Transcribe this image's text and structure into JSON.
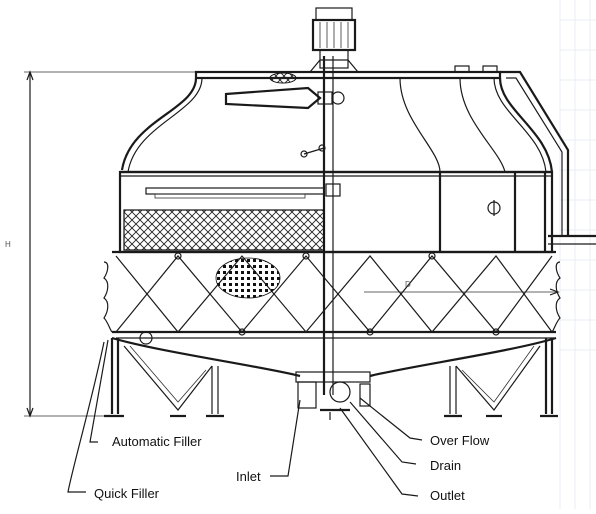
{
  "diagram": {
    "dimensions": {
      "height": "H",
      "diameter": "D"
    },
    "labels": {
      "automatic_filler": "Automatic Filler",
      "quick_filler": "Quick Filler",
      "inlet": "Inlet",
      "over_flow": "Over Flow",
      "drain": "Drain",
      "outlet": "Outlet"
    },
    "colors": {
      "line": "#1a1a1a",
      "background": "#ffffff"
    }
  }
}
